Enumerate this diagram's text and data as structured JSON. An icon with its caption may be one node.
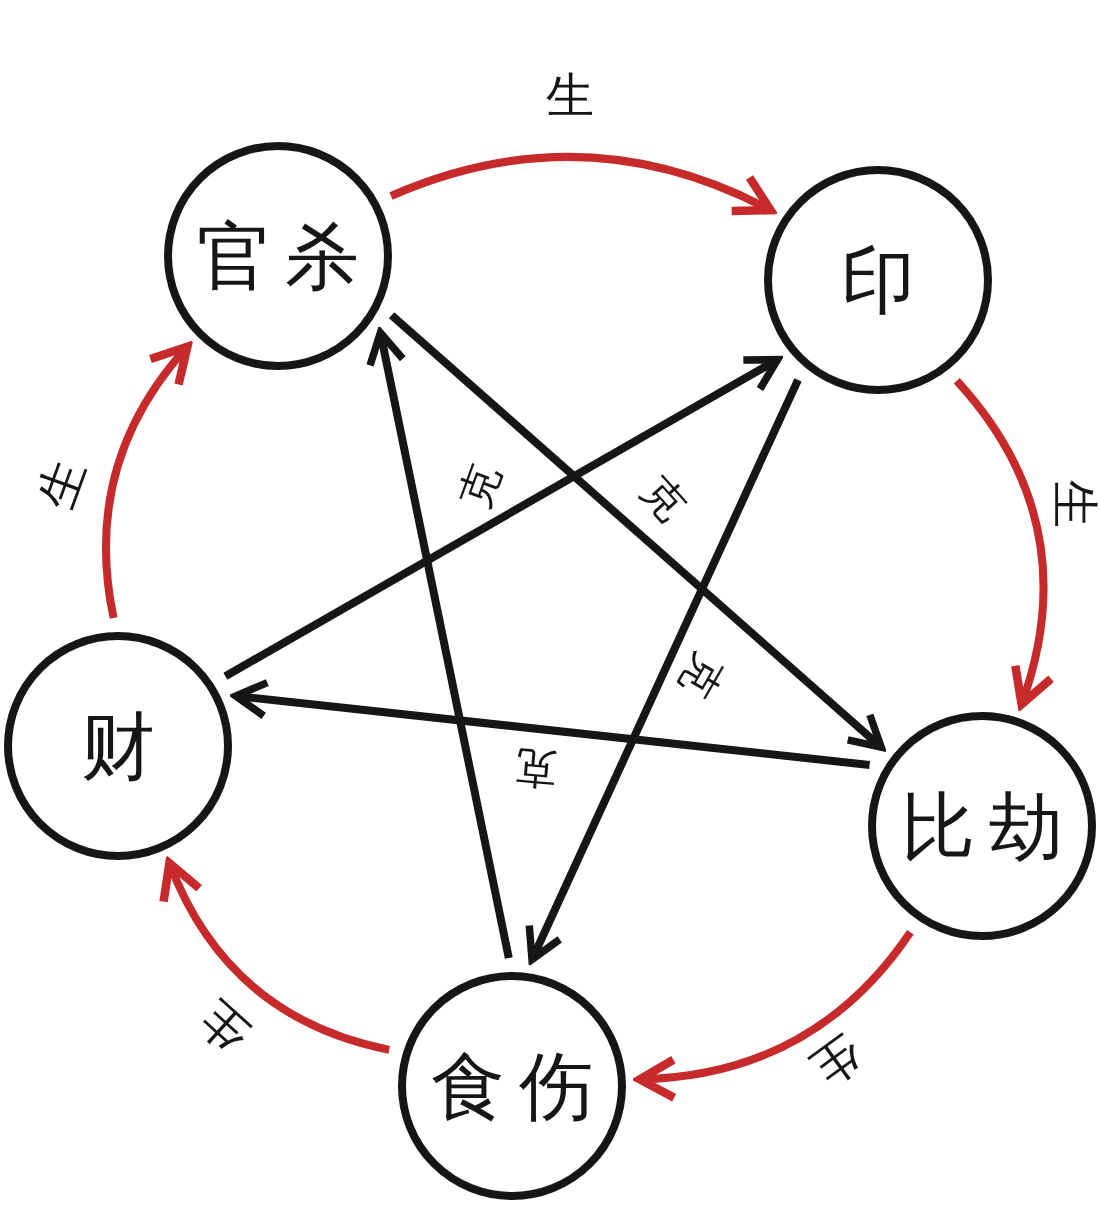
{
  "diagram": {
    "nodes": [
      {
        "text": [
          "官杀"
        ]
      },
      {
        "text": [
          "印"
        ]
      },
      {
        "text": [
          "财"
        ]
      },
      {
        "text": [
          "比劫"
        ]
      },
      {
        "text": [
          "食伤"
        ]
      }
    ],
    "edges": [
      {
        "from": 0,
        "to": 1,
        "arrow": "to",
        "label": "生",
        "color": "#c62a2a"
      },
      {
        "from": 1,
        "to": 3,
        "arrow": "to",
        "label": "生",
        "color": "#c62a2a"
      },
      {
        "from": 3,
        "to": 4,
        "arrow": "to",
        "label": "生",
        "color": "#c62a2a"
      },
      {
        "from": 4,
        "to": 2,
        "arrow": "to",
        "label": "生",
        "color": "#c62a2a"
      },
      {
        "from": 2,
        "to": 0,
        "arrow": "to",
        "label": "生",
        "color": "#c62a2a"
      },
      {
        "from": 0,
        "to": 3,
        "arrow": "to",
        "label": "克",
        "color": "#161616"
      },
      {
        "from": 1,
        "to": 4,
        "arrow": "to",
        "label": "克",
        "color": "#161616"
      },
      {
        "from": 3,
        "to": 2,
        "arrow": "to",
        "label": "克",
        "color": "#161616"
      },
      {
        "from": 2,
        "to": 1,
        "arrow": "to",
        "color": "#161616"
      },
      {
        "from": 4,
        "to": 0,
        "arrow": "to",
        "label": "克",
        "color": "#161616"
      }
    ]
  }
}
